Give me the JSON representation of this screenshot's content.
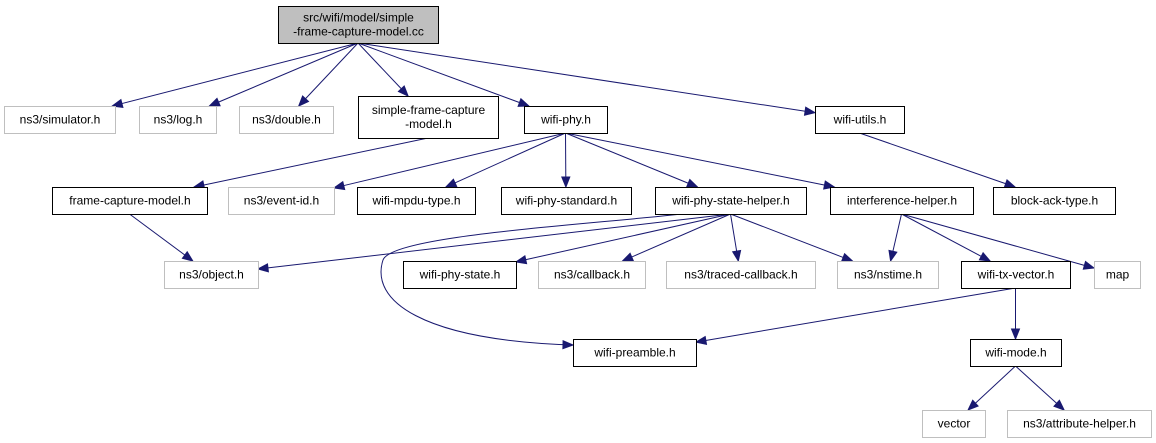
{
  "diagram": {
    "colors": {
      "edge": "#191970",
      "root_fill": "#bfbfbf",
      "documented_border": "#000000",
      "external_border": "#bfbfbf"
    },
    "nodes": [
      {
        "id": "root",
        "lines": [
          "src/wifi/model/simple",
          "-frame-capture-model.cc"
        ],
        "kind": "root"
      },
      {
        "id": "simulator",
        "lines": [
          "ns3/simulator.h"
        ],
        "kind": "external"
      },
      {
        "id": "log",
        "lines": [
          "ns3/log.h"
        ],
        "kind": "external"
      },
      {
        "id": "double",
        "lines": [
          "ns3/double.h"
        ],
        "kind": "external"
      },
      {
        "id": "sfcm",
        "lines": [
          "simple-frame-capture",
          "-model.h"
        ],
        "kind": "documented"
      },
      {
        "id": "wifiphy",
        "lines": [
          "wifi-phy.h"
        ],
        "kind": "documented"
      },
      {
        "id": "wifiutils",
        "lines": [
          "wifi-utils.h"
        ],
        "kind": "documented"
      },
      {
        "id": "fcm",
        "lines": [
          "frame-capture-model.h"
        ],
        "kind": "documented"
      },
      {
        "id": "eventid",
        "lines": [
          "ns3/event-id.h"
        ],
        "kind": "external"
      },
      {
        "id": "mpdutype",
        "lines": [
          "wifi-mpdu-type.h"
        ],
        "kind": "documented"
      },
      {
        "id": "phystandard",
        "lines": [
          "wifi-phy-standard.h"
        ],
        "kind": "documented"
      },
      {
        "id": "statehelper",
        "lines": [
          "wifi-phy-state-helper.h"
        ],
        "kind": "documented"
      },
      {
        "id": "interference",
        "lines": [
          "interference-helper.h"
        ],
        "kind": "documented"
      },
      {
        "id": "blockack",
        "lines": [
          "block-ack-type.h"
        ],
        "kind": "documented"
      },
      {
        "id": "object",
        "lines": [
          "ns3/object.h"
        ],
        "kind": "external"
      },
      {
        "id": "physstate",
        "lines": [
          "wifi-phy-state.h"
        ],
        "kind": "documented"
      },
      {
        "id": "callback",
        "lines": [
          "ns3/callback.h"
        ],
        "kind": "external"
      },
      {
        "id": "traced",
        "lines": [
          "ns3/traced-callback.h"
        ],
        "kind": "external"
      },
      {
        "id": "nstime",
        "lines": [
          "ns3/nstime.h"
        ],
        "kind": "external"
      },
      {
        "id": "txvector",
        "lines": [
          "wifi-tx-vector.h"
        ],
        "kind": "documented"
      },
      {
        "id": "map",
        "lines": [
          "map"
        ],
        "kind": "external"
      },
      {
        "id": "preamble",
        "lines": [
          "wifi-preamble.h"
        ],
        "kind": "documented"
      },
      {
        "id": "mode",
        "lines": [
          "wifi-mode.h"
        ],
        "kind": "documented"
      },
      {
        "id": "vector",
        "lines": [
          "vector"
        ],
        "kind": "external"
      },
      {
        "id": "attribute",
        "lines": [
          "ns3/attribute-helper.h"
        ],
        "kind": "external"
      }
    ],
    "edges": [
      {
        "from": "root",
        "to": "simulator"
      },
      {
        "from": "root",
        "to": "log"
      },
      {
        "from": "root",
        "to": "double"
      },
      {
        "from": "root",
        "to": "sfcm"
      },
      {
        "from": "root",
        "to": "wifiphy"
      },
      {
        "from": "root",
        "to": "wifiutils"
      },
      {
        "from": "sfcm",
        "to": "fcm"
      },
      {
        "from": "wifiphy",
        "to": "eventid"
      },
      {
        "from": "wifiphy",
        "to": "mpdutype"
      },
      {
        "from": "wifiphy",
        "to": "phystandard"
      },
      {
        "from": "wifiphy",
        "to": "statehelper"
      },
      {
        "from": "wifiphy",
        "to": "interference"
      },
      {
        "from": "wifiutils",
        "to": "blockack"
      },
      {
        "from": "fcm",
        "to": "object"
      },
      {
        "from": "statehelper",
        "to": "object"
      },
      {
        "from": "statehelper",
        "to": "physstate"
      },
      {
        "from": "statehelper",
        "to": "callback"
      },
      {
        "from": "statehelper",
        "to": "traced"
      },
      {
        "from": "statehelper",
        "to": "nstime"
      },
      {
        "from": "statehelper",
        "to": "preamble"
      },
      {
        "from": "interference",
        "to": "nstime"
      },
      {
        "from": "interference",
        "to": "txvector"
      },
      {
        "from": "interference",
        "to": "map"
      },
      {
        "from": "txvector",
        "to": "preamble"
      },
      {
        "from": "txvector",
        "to": "mode"
      },
      {
        "from": "mode",
        "to": "vector"
      },
      {
        "from": "mode",
        "to": "attribute"
      }
    ]
  }
}
